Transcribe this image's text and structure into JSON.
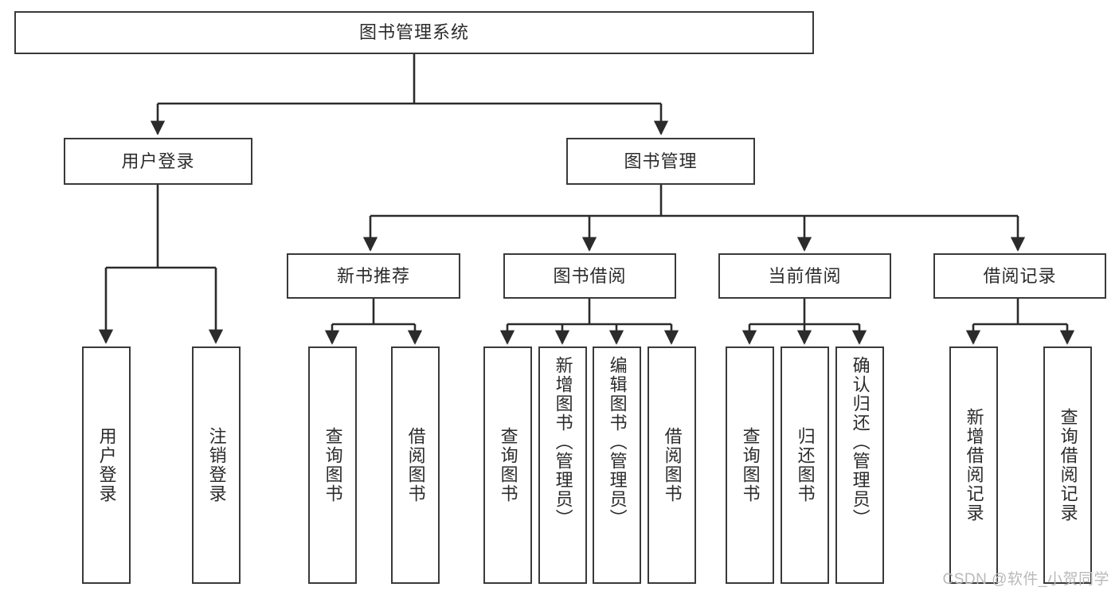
{
  "diagram": {
    "title": "图书管理系统",
    "type": "tree",
    "watermark": "CSDN @软件_小贺同学",
    "colors": {
      "box_border": "#3a3a3a",
      "box_fill": "#ffffff",
      "connector": "#2b2b2b",
      "text": "#2b2b2b",
      "watermark": "#b9b9b9",
      "background": "#ffffff"
    },
    "root": {
      "label": "图书管理系统"
    },
    "level2": [
      {
        "label": "用户登录"
      },
      {
        "label": "图书管理"
      }
    ],
    "level3": [
      {
        "label": "新书推荐"
      },
      {
        "label": "图书借阅"
      },
      {
        "label": "当前借阅"
      },
      {
        "label": "借阅记录"
      }
    ],
    "leaves_user_login": [
      {
        "label": "用户登录"
      },
      {
        "label": "注销登录"
      }
    ],
    "leaves_new_book": [
      {
        "label": "查询图书"
      },
      {
        "label": "借阅图书"
      }
    ],
    "leaves_borrow": [
      {
        "label": "查询图书"
      },
      {
        "label": "新增图书（管理员）"
      },
      {
        "label": "编辑图书（管理员）"
      },
      {
        "label": "借阅图书"
      }
    ],
    "leaves_current": [
      {
        "label": "查询图书"
      },
      {
        "label": "归还图书"
      },
      {
        "label": "确认归还（管理员）"
      }
    ],
    "leaves_record": [
      {
        "label": "新增借阅记录"
      },
      {
        "label": "查询借阅记录"
      }
    ]
  }
}
